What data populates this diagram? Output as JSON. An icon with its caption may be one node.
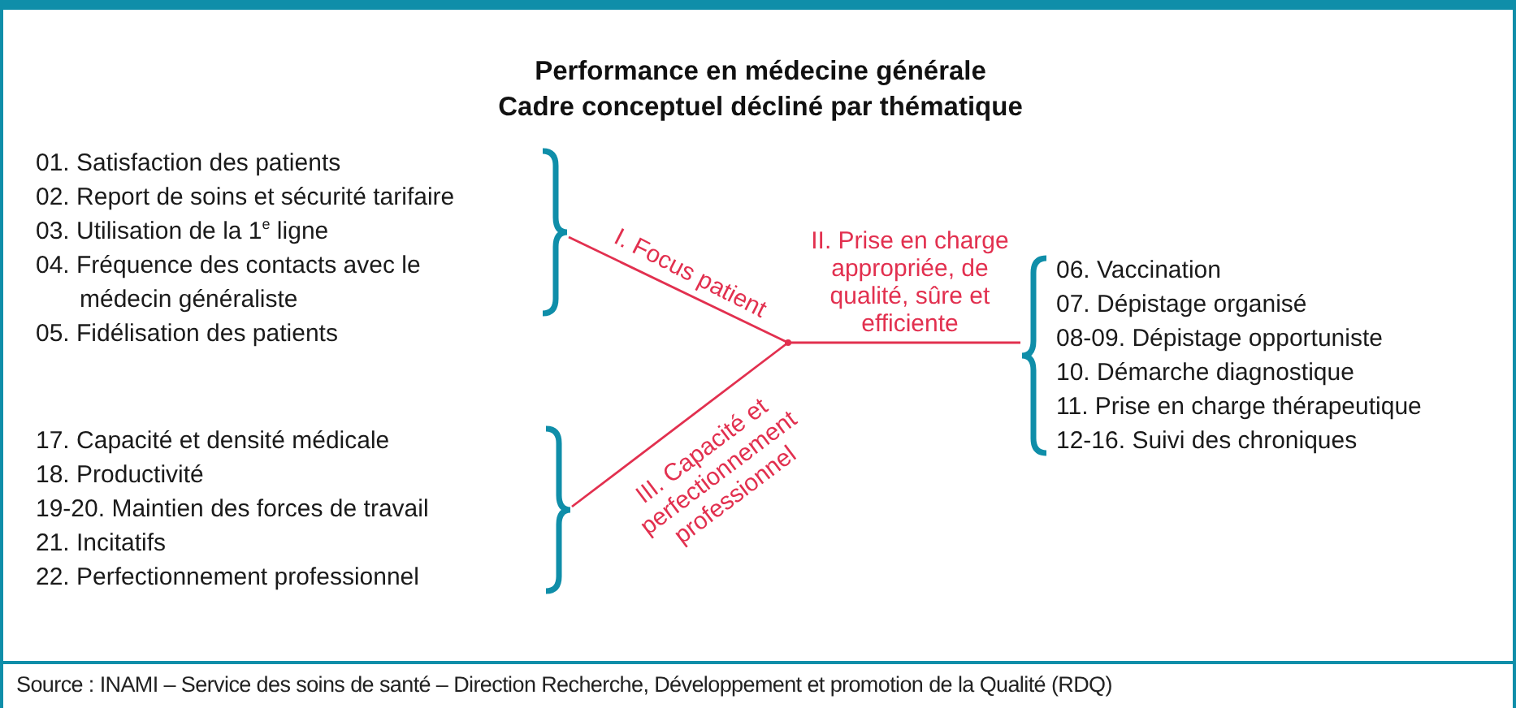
{
  "diagram": {
    "title": "Performance en médecine générale Cadre conceptuel décliné par thématique",
    "nodes": [
      {
        "text": [
          "01. Satisfaction des patients",
          "02. Report de soins et sécurité tarifaire",
          "03. Utilisation de la 1$^{e}$ ligne",
          "04. Fréquence des contacts avec le médecin généraliste",
          "05. Fidélisation des patients"
        ]
      },
      {
        "text": [
          "06. Vaccination",
          "07. Dépistage organisé",
          "08-09. Dépistage opportuniste",
          "10. Démarche diagnostique",
          "11. Prise en charge thérapeutique",
          "12-16. Suivi des chroniques"
        ]
      },
      {
        "text": [
          "17. Capacité et densité médicale",
          "18. Productivité",
          "19-20. Maintien des forces de travail",
          "21. Incitatifs",
          "22. Perfectionnement professionnel"
        ]
      },
      {
        "text": [],
        "shape": "dot"
      }
    ],
    "edges": [
      {
        "from": 0,
        "to": 3,
        "arrow": "none",
        "label": "I. Focus patient"
      },
      {
        "from": 3,
        "to": 1,
        "arrow": "none",
        "label": "II. Prise en charge appropriée, de qualité, sûre et efficiente"
      },
      {
        "from": 2,
        "to": 3,
        "arrow": "none",
        "label": "III. Capacité et perfectionnement professionnel"
      }
    ],
    "labels": [
      "Source : INAMI – Service des soins de santé – Direction Recherche, Développement et promotion de la Qualité (RDQ)"
    ]
  }
}
